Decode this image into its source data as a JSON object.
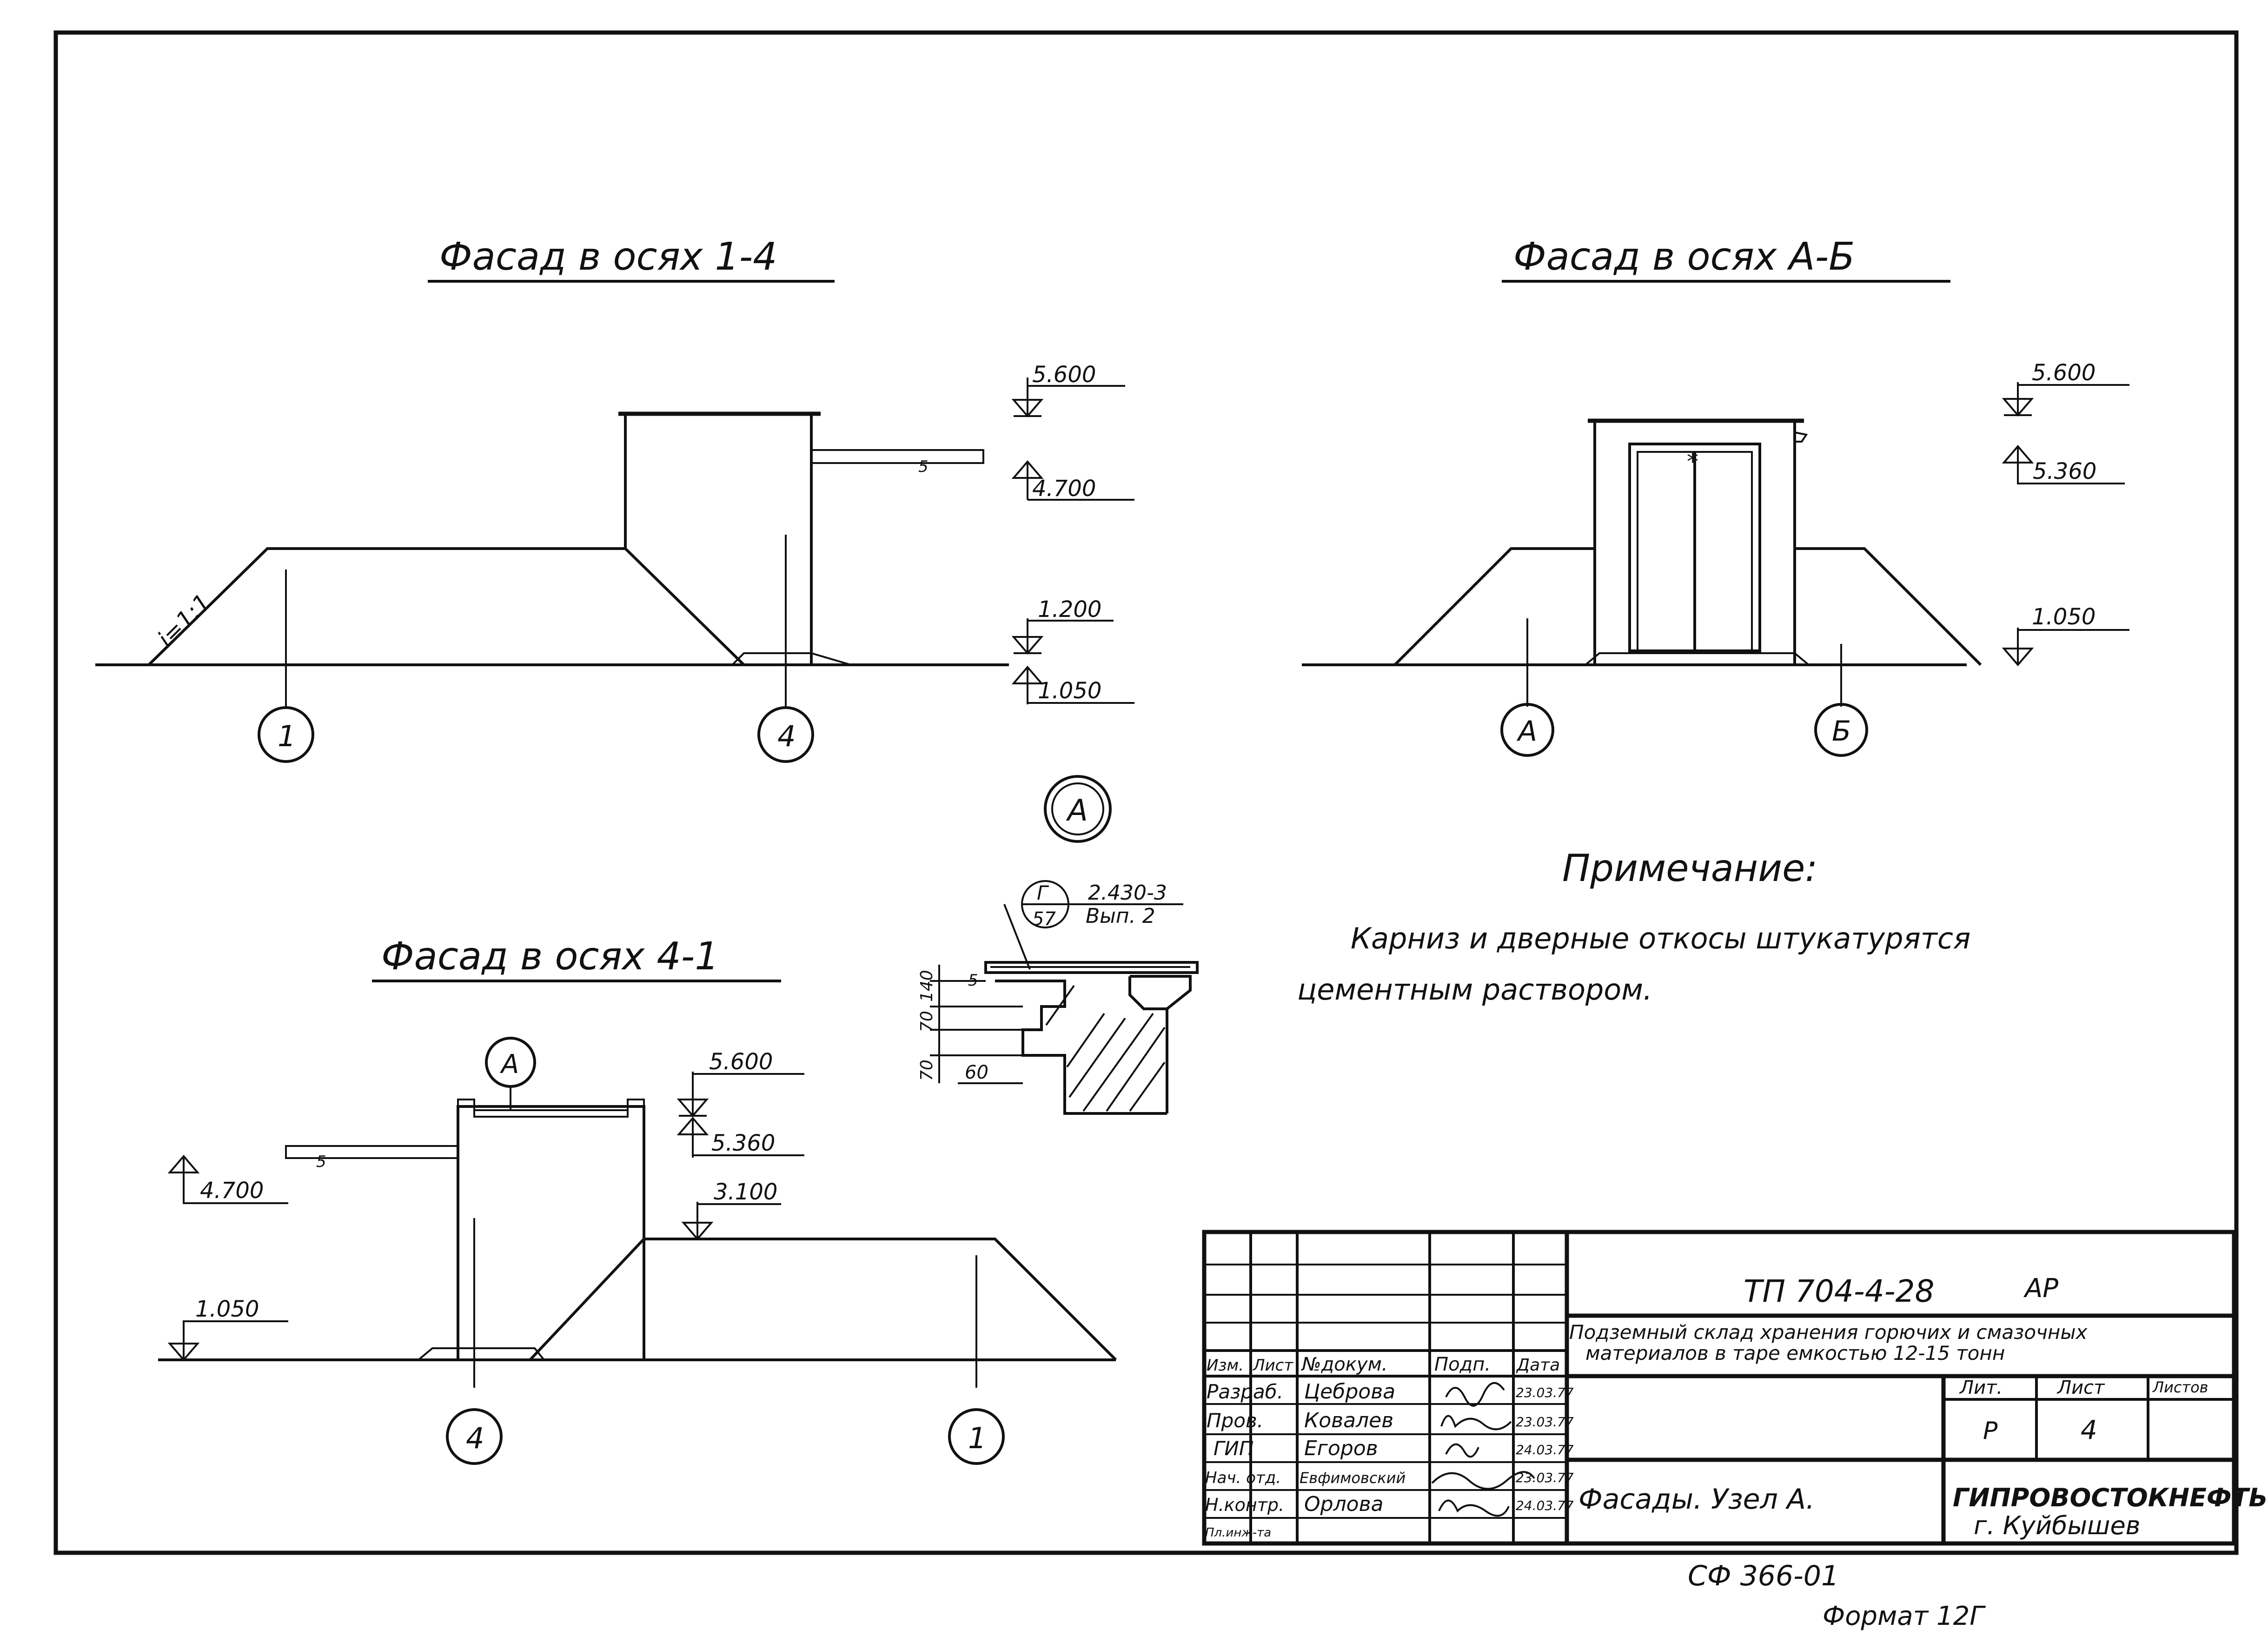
{
  "views": {
    "facade_1_4": {
      "title": "Фасад в осях 1-4",
      "slope": "i=1:1",
      "marks": [
        "5.600",
        "4.700",
        "1.200",
        "1.050"
      ],
      "axes": [
        "1",
        "4"
      ],
      "canopy_mark": "5"
    },
    "facade_a_b": {
      "title": "Фасад в осях А-Б",
      "marks": [
        "5.600",
        "5.360",
        "1.050"
      ],
      "axes": [
        "А",
        "Б"
      ],
      "door_mark": "*"
    },
    "facade_4_1": {
      "title": "Фасад в осях 4-1",
      "marks": [
        "5.600",
        "5.360",
        "4.700",
        "3.100",
        "1.050"
      ],
      "axes": [
        "4",
        "1"
      ],
      "callout": "А",
      "canopy_mark": "5"
    },
    "node_a": {
      "label": "А",
      "ref_letter": "Г",
      "ref_sheet": "57",
      "series": "2.430-3",
      "issue": "Вып. 2",
      "dims": [
        "70",
        "70",
        "140",
        "60"
      ],
      "mark": "5"
    }
  },
  "note": {
    "heading": "Примечание:",
    "line1": "Карниз и дверные откосы штукатурятся",
    "line2": "цементным раствором."
  },
  "title_block": {
    "code": "ТП 704-4-28",
    "stage_code": "АР",
    "project_line1": "Подземный склад хранения горючих и смазочных",
    "project_line2": "материалов в таре емкостью 12-15 тонн",
    "sheet_title": "Фасады. Узел А.",
    "col_headers": [
      "Изм.",
      "Лист",
      "№докум.",
      "Подп.",
      "Дата"
    ],
    "rows": [
      {
        "role": "Разраб.",
        "name": "Цеброва",
        "date": "23.03.77"
      },
      {
        "role": "Пров.",
        "name": "Ковалев",
        "date": "23.03.77"
      },
      {
        "role": "ГИП",
        "name": "Егоров",
        "date": "24.03.77"
      },
      {
        "role": "Нач. отд.",
        "name": "Евфимовский",
        "date": "23.03.77"
      },
      {
        "role": "Н.контр.",
        "name": "Орлова",
        "date": "24.03.77"
      },
      {
        "role": "Пл.инж-та",
        "name": "",
        "date": ""
      }
    ],
    "lit_label": "Лит.",
    "sheet_label": "Лист",
    "sheets_label": "Листов",
    "lit_value": "Р",
    "sheet_value": "4",
    "org": "ГИПРОВОСТОКНЕФТЬ",
    "city": "г. Куйбышев"
  },
  "footer": {
    "archive_no": "СФ 366-01",
    "format": "Формат 12Г"
  }
}
